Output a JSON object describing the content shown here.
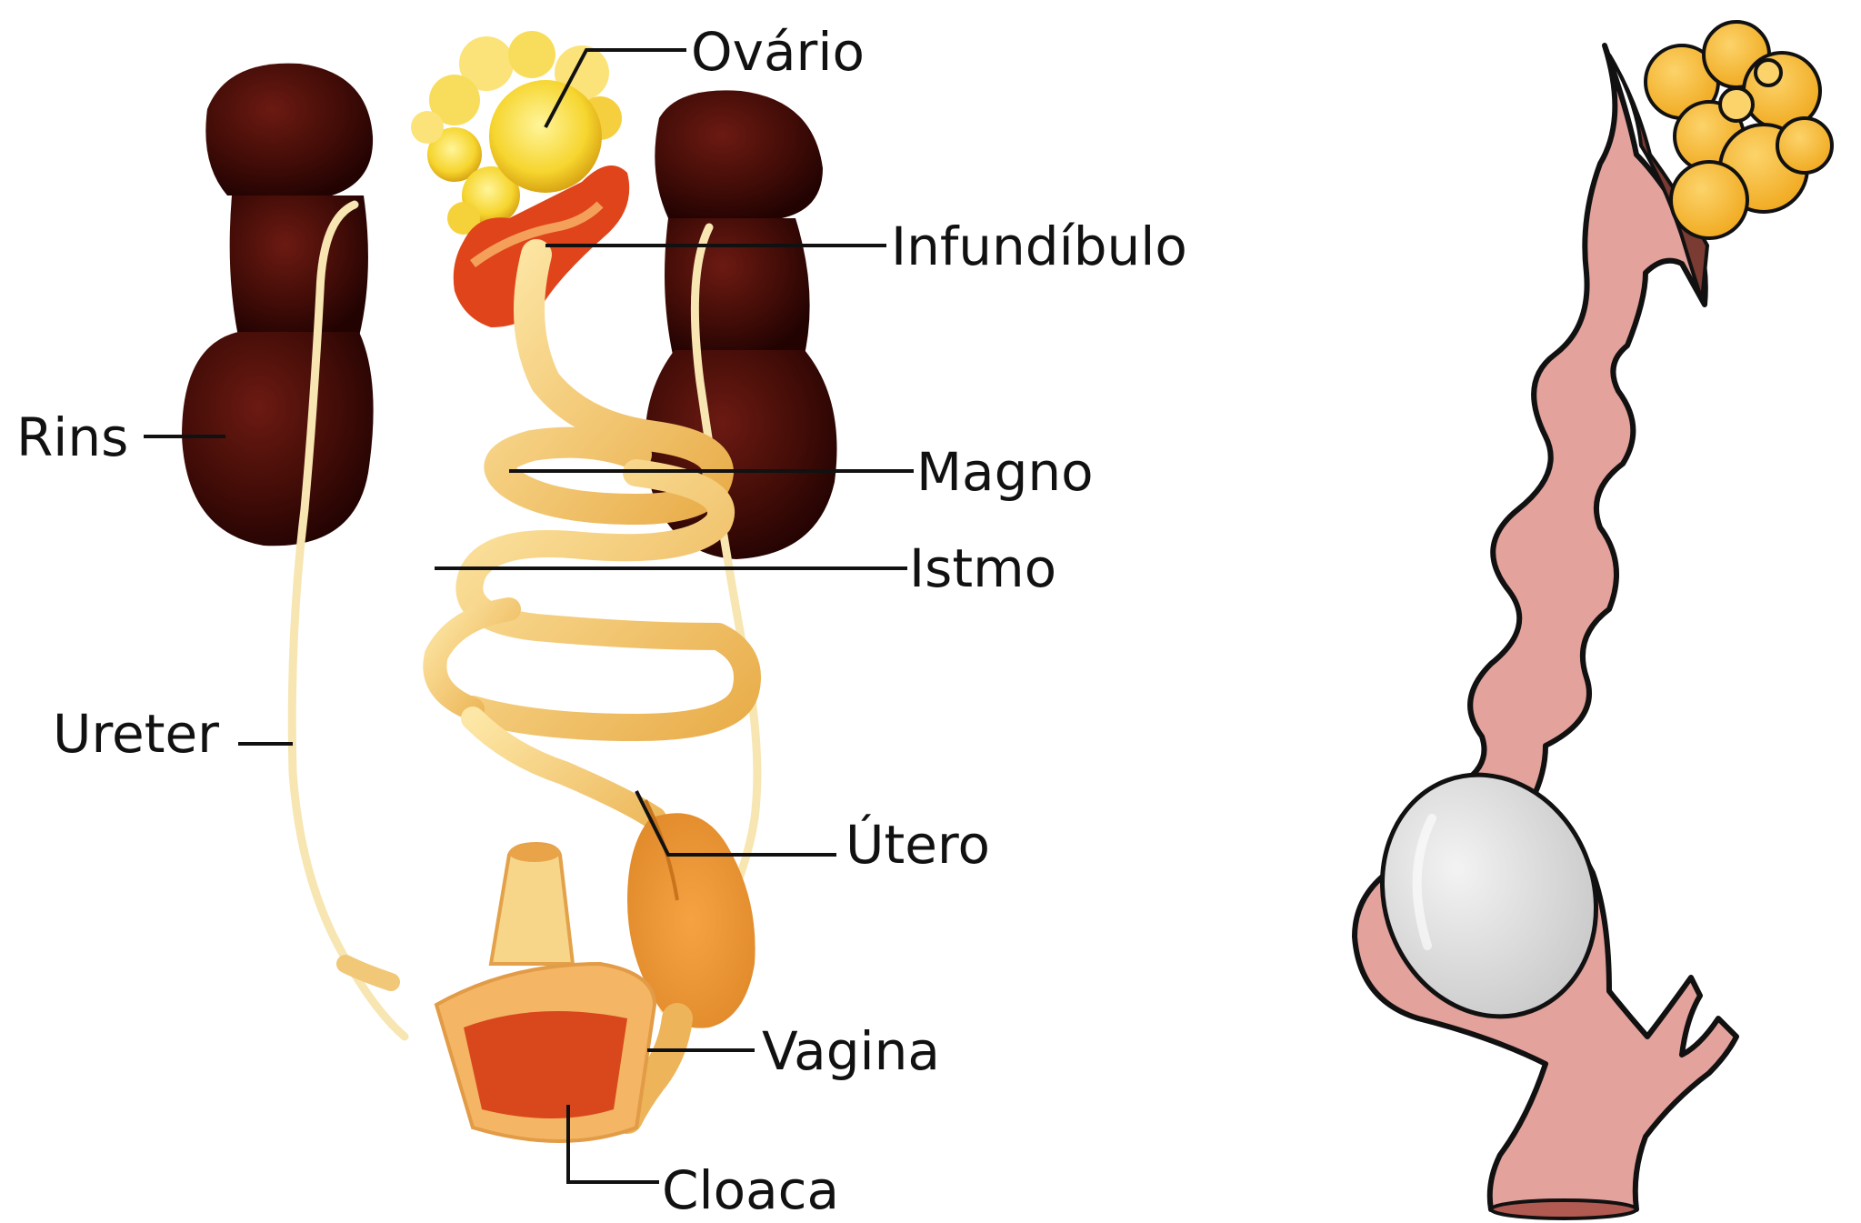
{
  "labels": {
    "ovario": "Ovário",
    "infundibulo": "Infundíbulo",
    "rins": "Rins",
    "magno": "Magno",
    "istmo": "Istmo",
    "ureter": "Ureter",
    "utero": "Útero",
    "vagina": "Vagina",
    "cloaca": "Cloaca"
  },
  "colors": {
    "kidney": "#3d0a06",
    "oviduct": "#f2c25a",
    "ovary": "#f6d23a",
    "infundibulum": "#e0441b",
    "cloaca": "#d9471c",
    "diagram_oviduct": "#e3a29b",
    "diagram_ovary": "#f6b52f",
    "egg": "#dedede"
  }
}
